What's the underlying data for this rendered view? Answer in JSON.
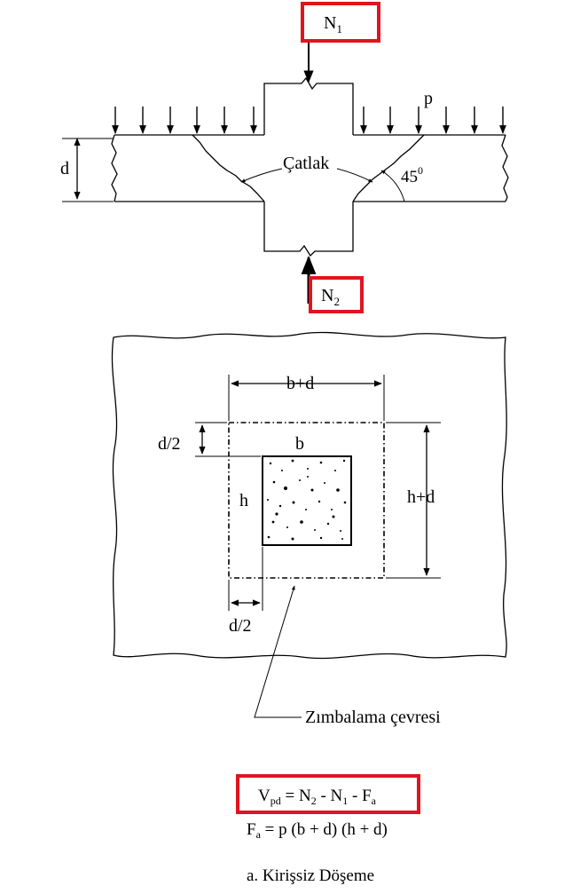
{
  "section_view": {
    "load_top": {
      "base": "N",
      "sub": "1"
    },
    "load_bottom": {
      "base": "N",
      "sub": "2"
    },
    "distributed_load": "p",
    "thickness": "d",
    "crack_label": "Çatlak",
    "angle": {
      "base": "45",
      "sup": "0"
    }
  },
  "plan_view": {
    "width_dim": "b+d",
    "height_dim": "h+d",
    "column_width": "b",
    "column_height": "h",
    "offset_top": "d/2",
    "offset_left": "d/2",
    "perimeter_label": "Zımbalama çevresi"
  },
  "formulas": {
    "f1": {
      "v_base": "V",
      "v_sub": "pd",
      "eq": " = ",
      "n2_base": "N",
      "n2_sub": "2",
      "minus1": " - ",
      "n1_base": "N",
      "n1_sub": "1",
      "minus2": " - ",
      "fa_base": "F",
      "fa_sub": "a"
    },
    "f2": {
      "lhs_base": "F",
      "lhs_sub": "a",
      "rhs": " = p (b + d) (h + d)"
    }
  },
  "caption": "a. Kirişsiz Döşeme",
  "colors": {
    "highlight_box": "#e0141e",
    "ink": "#000000"
  }
}
